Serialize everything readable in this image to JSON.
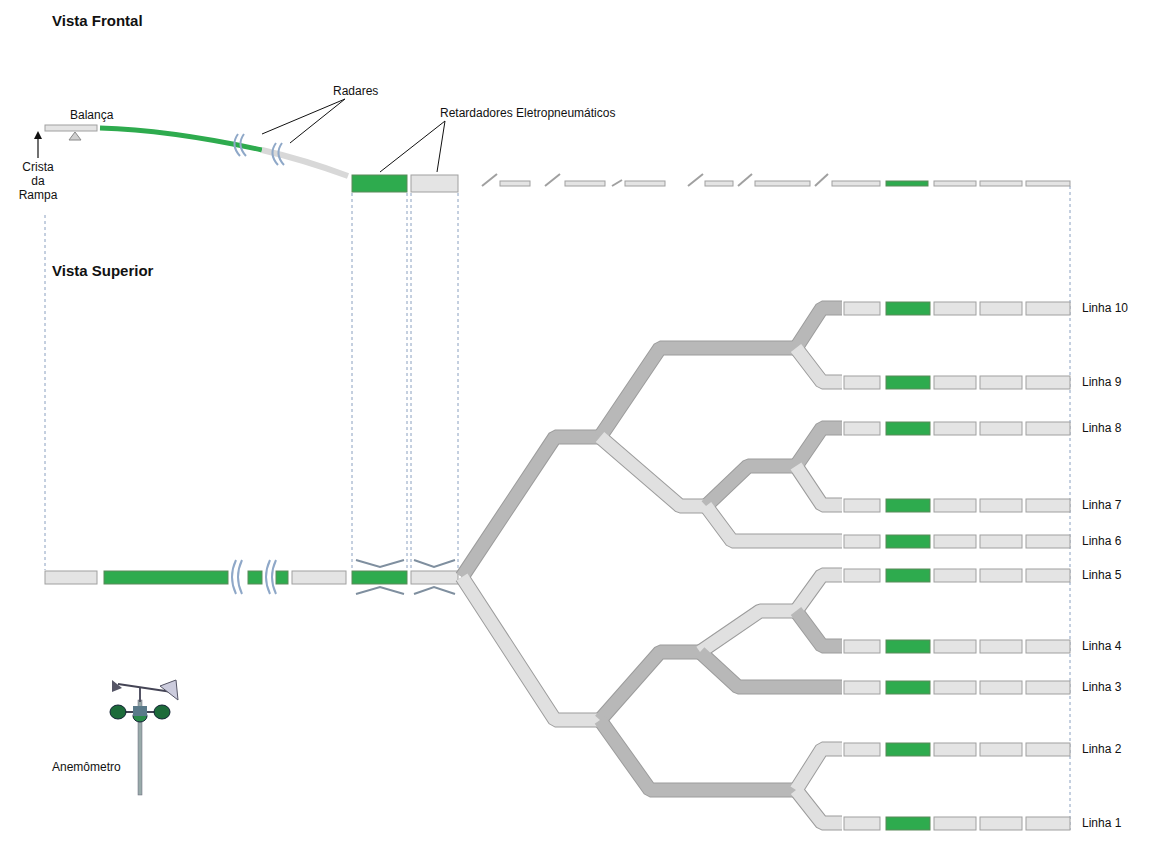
{
  "diagram": {
    "labels": [
      "Vista Frontal",
      "Balança",
      "Crista da Rampa",
      "Radares",
      "Retardadores Eletropneumáticos",
      "Vista Superior",
      "Linha 10",
      "Linha 9",
      "Linha 8",
      "Linha 7",
      "Linha 6",
      "Linha 5",
      "Linha 4",
      "Linha 3",
      "Linha 2",
      "Linha 1",
      "Anemômetro"
    ]
  }
}
